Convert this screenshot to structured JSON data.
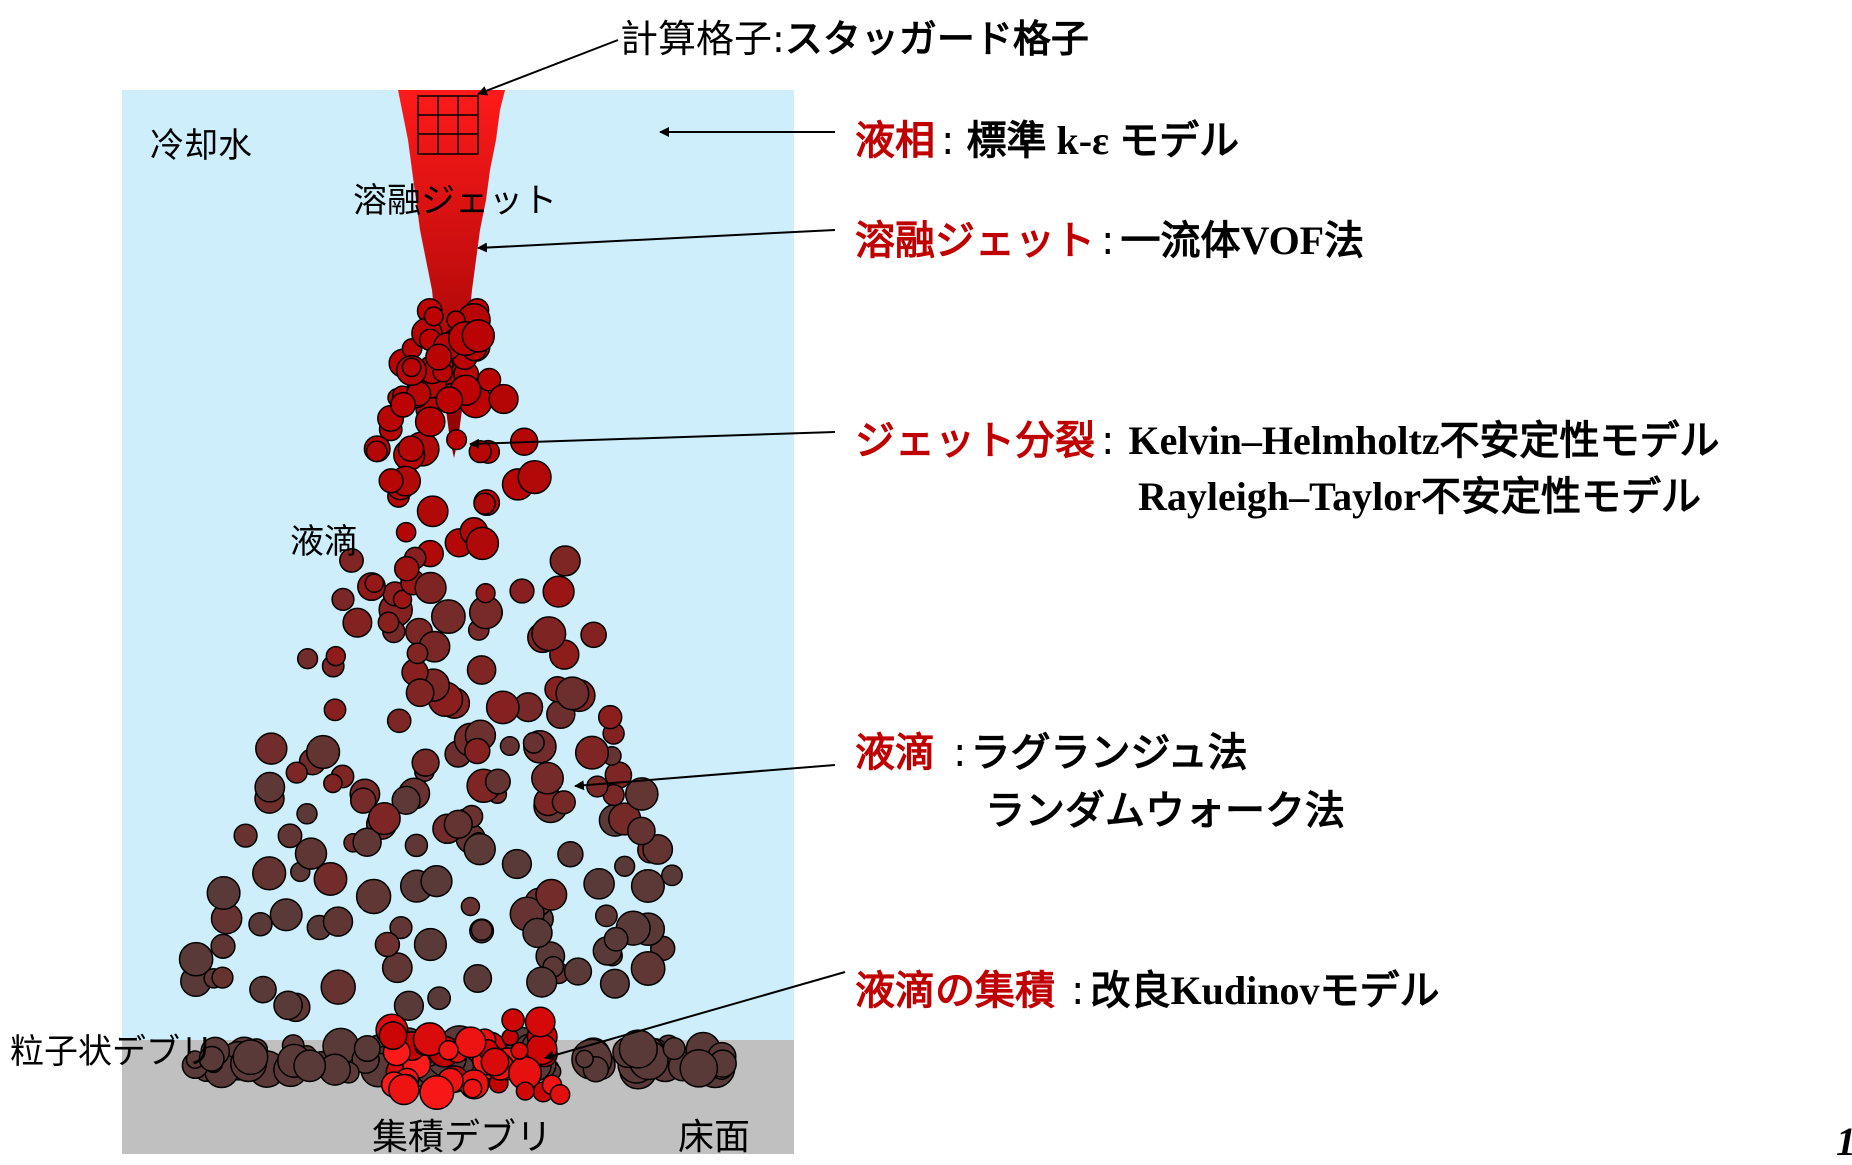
{
  "colors": {
    "water": "#cdeefa",
    "floor": "#c0c0c0",
    "jet_top": "#ff1a1a",
    "jet_bottom": "#8a0000",
    "droplet": "#c00000",
    "debris": "#5a3a38",
    "label_red": "#c00000"
  },
  "labels": {
    "grid_prefix": "計算格子:",
    "grid_value": "スタッガード格子",
    "coolant": "冷却水",
    "melt_jet": "溶融ジェット",
    "droplets": "液滴",
    "particle_debris": "粒子状デブリ",
    "accum_debris": "集積デブリ",
    "floor": "床面",
    "page_number": "1"
  },
  "models": [
    {
      "key": "liquid",
      "name": "液相",
      "sep": ":",
      "desc": "標準 k-ε モデル"
    },
    {
      "key": "jet",
      "name": "溶融ジェット",
      "sep": ":",
      "desc": "一流体VOF法"
    },
    {
      "key": "breakup",
      "name": "ジェット分裂",
      "sep": ":",
      "desc": "Kelvin–Helmholtz不安定性モデル",
      "desc2": "Rayleigh–Taylor不安定性モデル"
    },
    {
      "key": "droplet",
      "name": "液滴",
      "sep": ":",
      "desc": "ラグランジュ法",
      "desc2": "ランダムウォーク法"
    },
    {
      "key": "accum",
      "name": "液滴の集積",
      "sep": ":",
      "desc": "改良Kudinovモデル"
    }
  ]
}
